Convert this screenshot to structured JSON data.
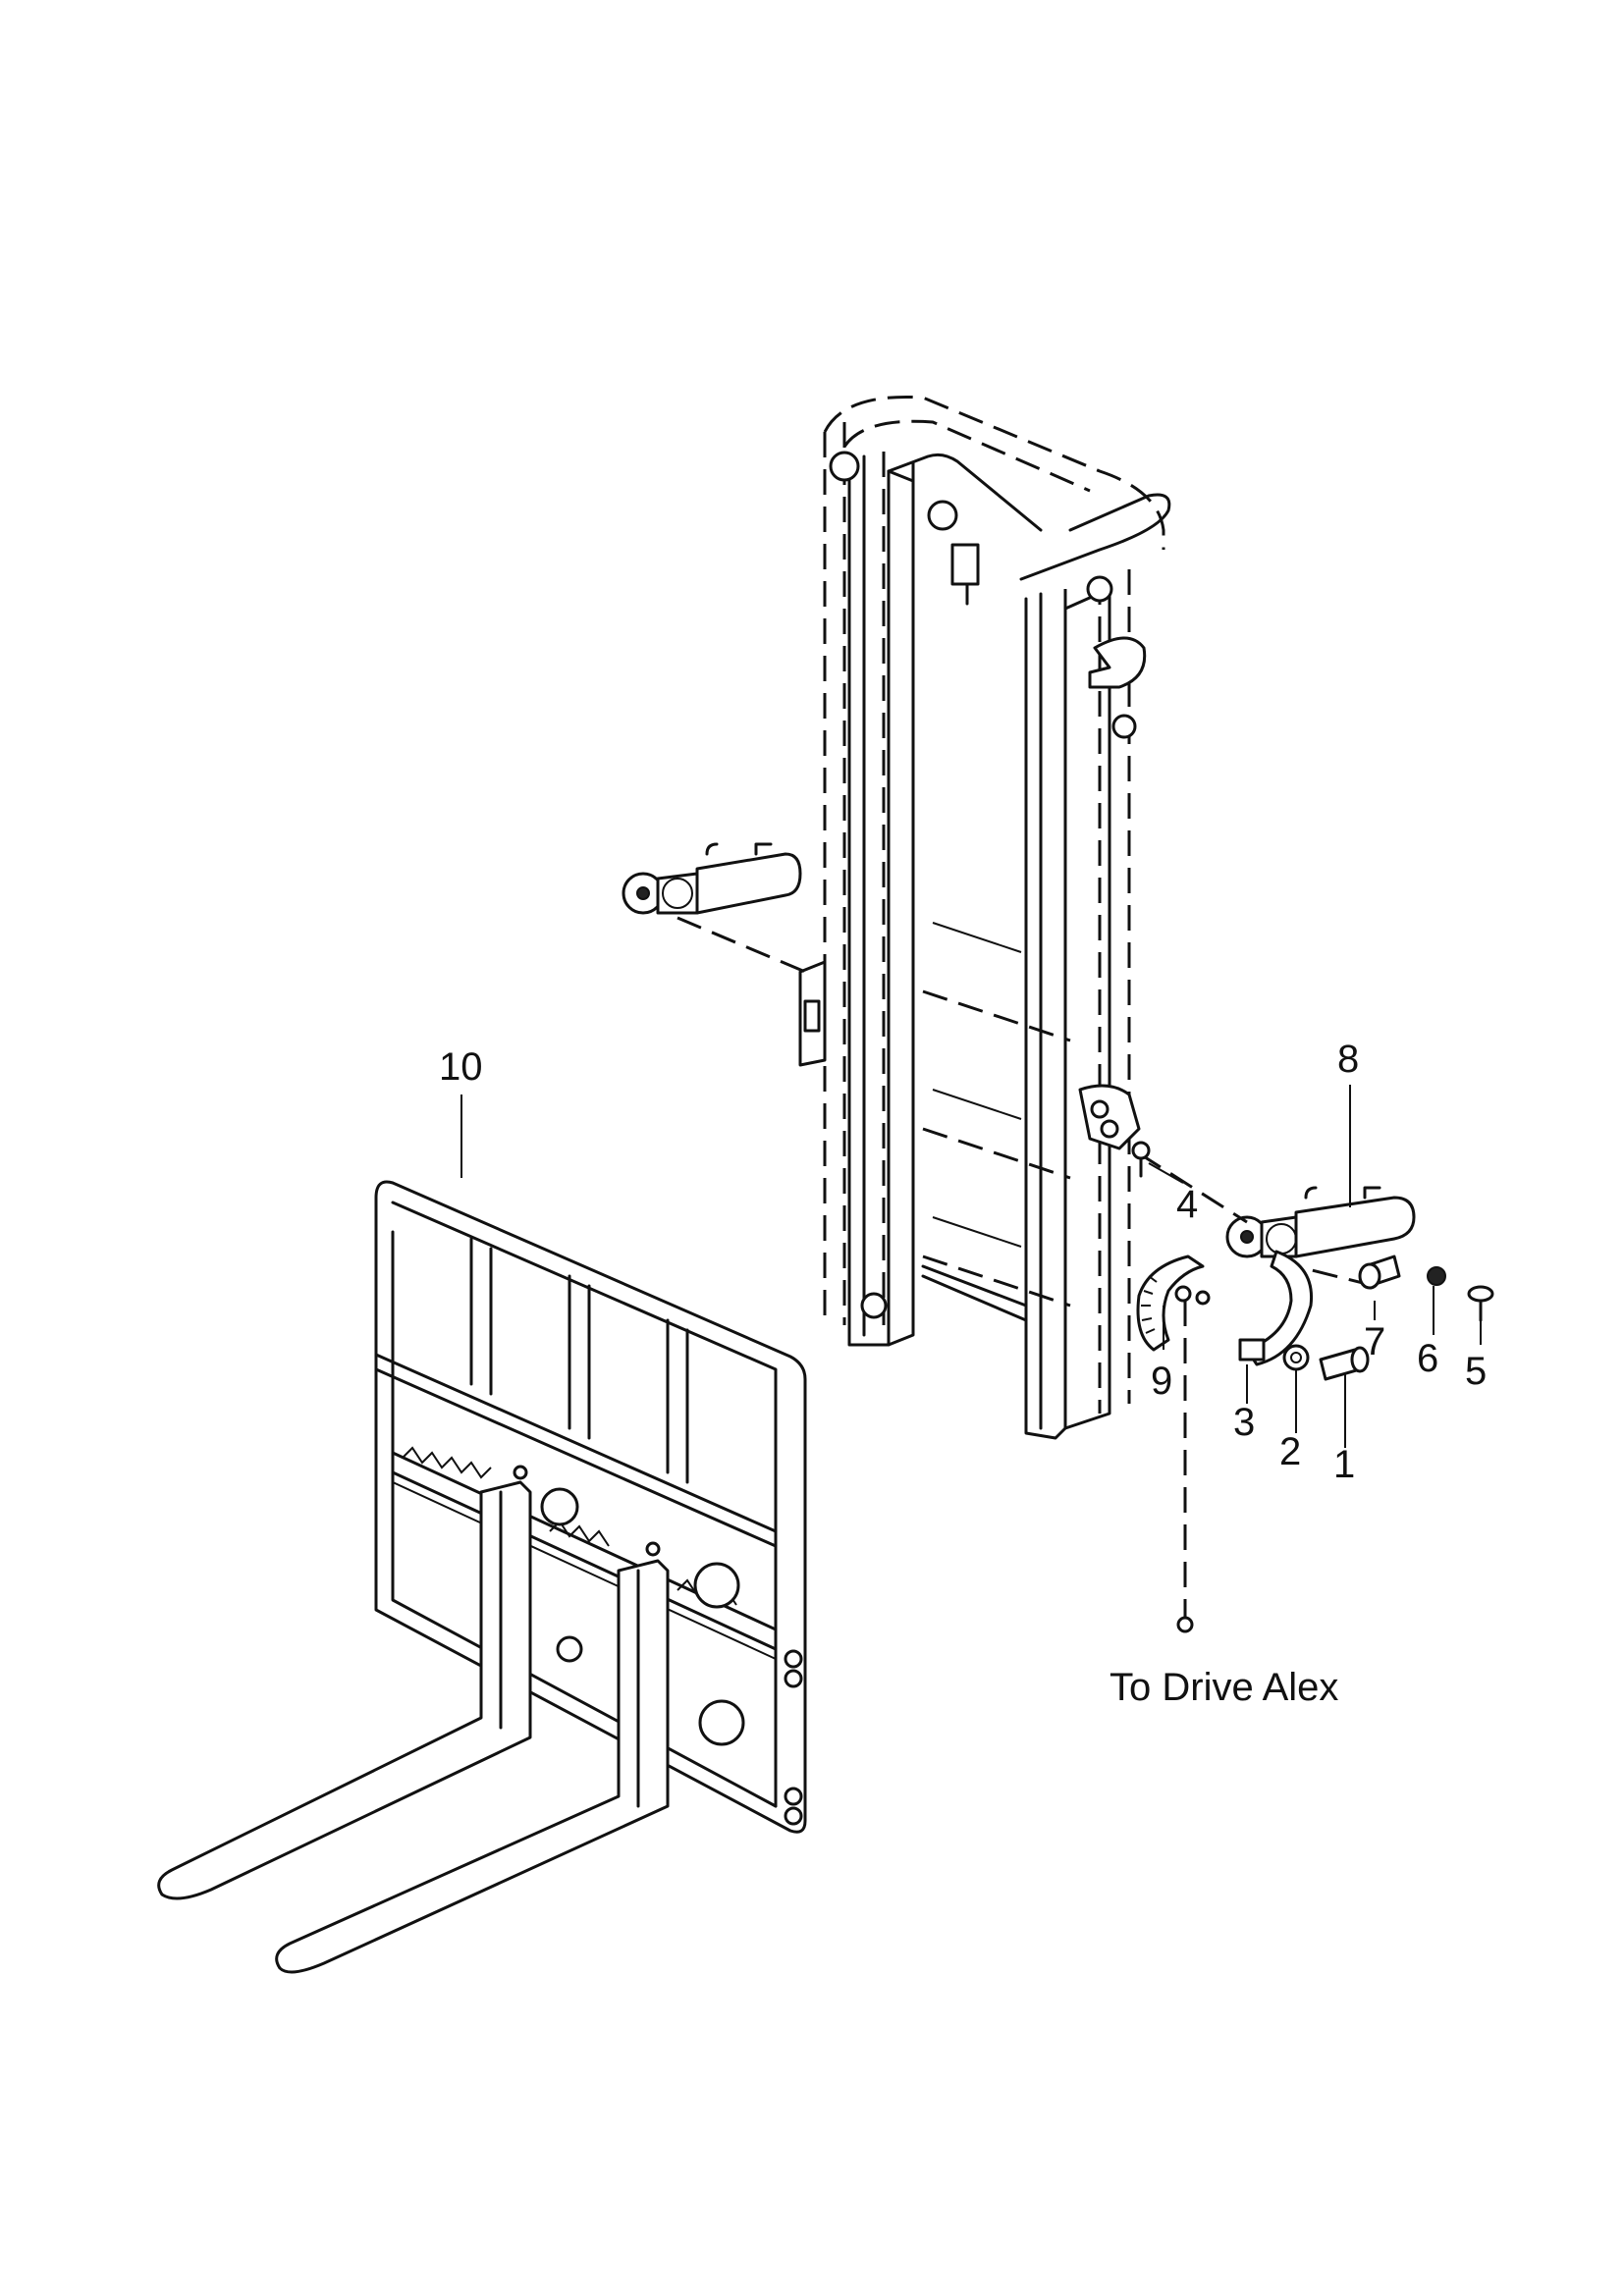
{
  "figure": {
    "callouts": [
      "1",
      "2",
      "3",
      "4",
      "5",
      "6",
      "7",
      "8",
      "9",
      "10"
    ],
    "note": "To Drive Alex"
  },
  "colors": {
    "line": "#111111",
    "background": "#ffffff"
  }
}
